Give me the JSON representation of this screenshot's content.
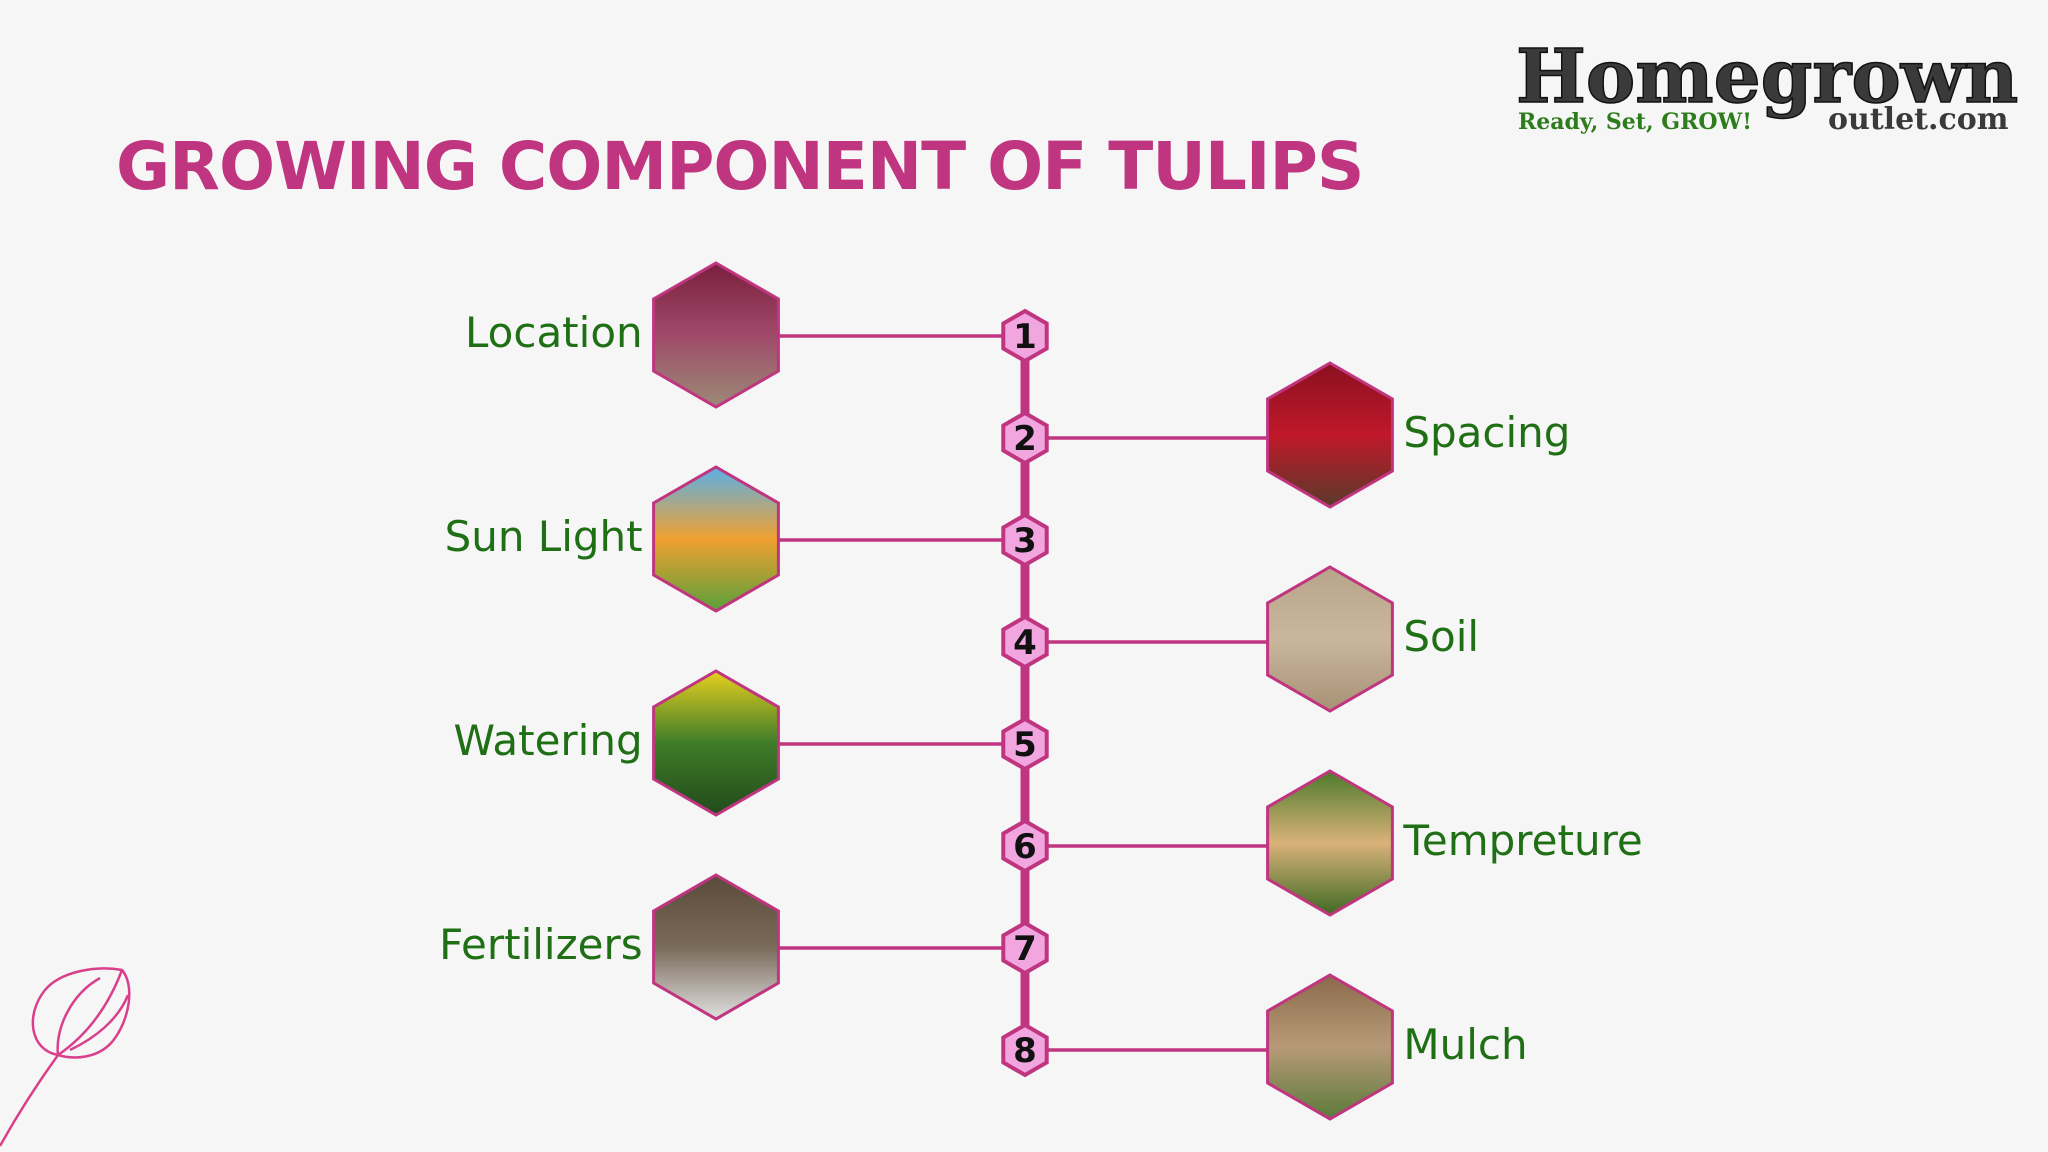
{
  "title": "GROWING COMPONENT OF TULIPS",
  "logo": {
    "brand": "Homegrown",
    "tagline": "Ready, Set, GROW!",
    "domain": "outlet.com"
  },
  "colors": {
    "accent": "#c03580",
    "node_fill": "#f2a6e0",
    "label": "#1f6f15",
    "background": "#f7f6f7"
  },
  "components": [
    {
      "number": "1",
      "label": "Location",
      "side": "left",
      "icon": "tulip-field-soil-photo"
    },
    {
      "number": "2",
      "label": "Spacing",
      "side": "right",
      "icon": "tulip-rows-photo"
    },
    {
      "number": "3",
      "label": "Sun Light",
      "side": "left",
      "icon": "tulips-sunlight-photo"
    },
    {
      "number": "4",
      "label": "Soil",
      "side": "right",
      "icon": "soil-sprouts-photo"
    },
    {
      "number": "5",
      "label": "Watering",
      "side": "left",
      "icon": "watering-tulips-photo"
    },
    {
      "number": "6",
      "label": "Tempreture",
      "side": "right",
      "icon": "thermometer-photo"
    },
    {
      "number": "7",
      "label": "Fertilizers",
      "side": "left",
      "icon": "fertilizer-soil-photo"
    },
    {
      "number": "8",
      "label": "Mulch",
      "side": "right",
      "icon": "mulch-seedling-photo"
    }
  ]
}
